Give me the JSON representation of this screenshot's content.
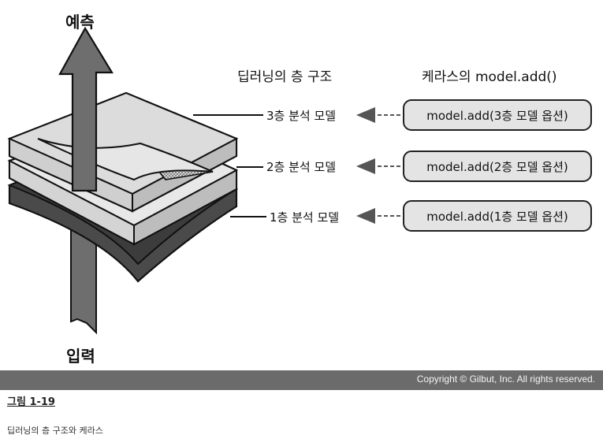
{
  "figure": {
    "top_label": "예측",
    "bottom_label": "입력",
    "left_header": "딥러닝의 층 구조",
    "right_header": "케라스의 model.add()",
    "layers": [
      {
        "label": "3층 분석 모델",
        "code": "model.add(3층 모델 옵션)"
      },
      {
        "label": "2층 분석 모델",
        "code": "model.add(2층 모델 옵션)"
      },
      {
        "label": "1층 분석 모델",
        "code": "model.add(1층 모델 옵션)"
      }
    ]
  },
  "copyright": "Copyright © Gilbut, Inc. All rights reserved.",
  "figure_number": "그림 1-19",
  "caption": "딥러닝의 층 구조와 케라스"
}
